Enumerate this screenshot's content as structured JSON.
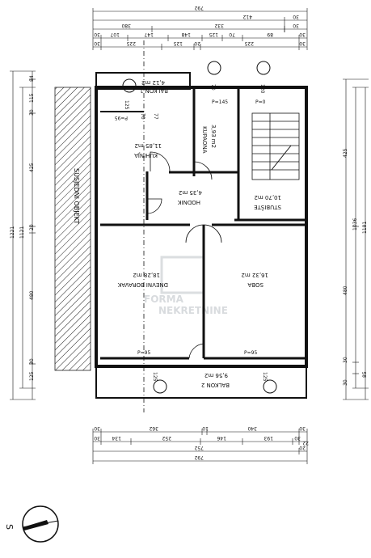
{
  "rooms": {
    "balkon1": {
      "name": "BALKON 1",
      "area": "4,12 m2"
    },
    "kuhinja": {
      "name": "KUHINJA",
      "area": "11,85 m2"
    },
    "kupaona": {
      "name": "KUPAONA",
      "area": "3,93 m2"
    },
    "hodnik": {
      "name": "HODNIK",
      "area": "4,35 m2"
    },
    "stubiste": {
      "name": "STUBIŠTE",
      "area": "10,70 m2"
    },
    "dnevni": {
      "name": "DNEVNI BORAVAK",
      "area": "18,28 m2"
    },
    "soba": {
      "name": "SOBA",
      "area": "16,32 m2"
    },
    "balkon2": {
      "name": "BALKON 2",
      "area": "9,56 m2"
    }
  },
  "neighbor_label": "SUSJEDNI OBJEKT",
  "watermark": {
    "line1": "FORMA",
    "line2": "NEKRETNINE"
  },
  "compass_letter": "S",
  "levels": {
    "kuhinja": "P=95",
    "kupaona": "P=145",
    "stubiste": "P=0",
    "dnevni": "P=95",
    "soba": "P=95"
  },
  "windows": {
    "w1": "125",
    "w2": "70",
    "w3": "120",
    "w4": "125",
    "w5": "125",
    "w6": "77",
    "w7": "70"
  },
  "dims": {
    "top": {
      "row1": [
        "792"
      ],
      "row2": [
        "412",
        "30"
      ],
      "row3": [
        "380",
        "332",
        "30"
      ],
      "row4": [
        "30",
        "107",
        "147",
        "148",
        "125",
        "70",
        "89",
        "30"
      ],
      "row5": [
        "30",
        "225",
        "125",
        "20",
        "225",
        "30"
      ]
    },
    "bottom": {
      "row1": [
        "30",
        "362",
        "10",
        "340",
        "30"
      ],
      "row2": [
        "30",
        "134",
        "252",
        "146",
        "193",
        "30",
        "22"
      ],
      "row3": [
        "752",
        "20"
      ],
      "row4": [
        "792"
      ]
    },
    "left": {
      "outer": [
        "1221"
      ],
      "mid": [
        "1121"
      ],
      "inner": [
        "84",
        "115",
        "30",
        "425",
        "20",
        "480",
        "30",
        "125"
      ]
    },
    "right": {
      "outer": [
        "1181"
      ],
      "mid": [
        "1036"
      ],
      "inner": [
        "425",
        "480",
        "30",
        "85",
        "30"
      ]
    }
  }
}
